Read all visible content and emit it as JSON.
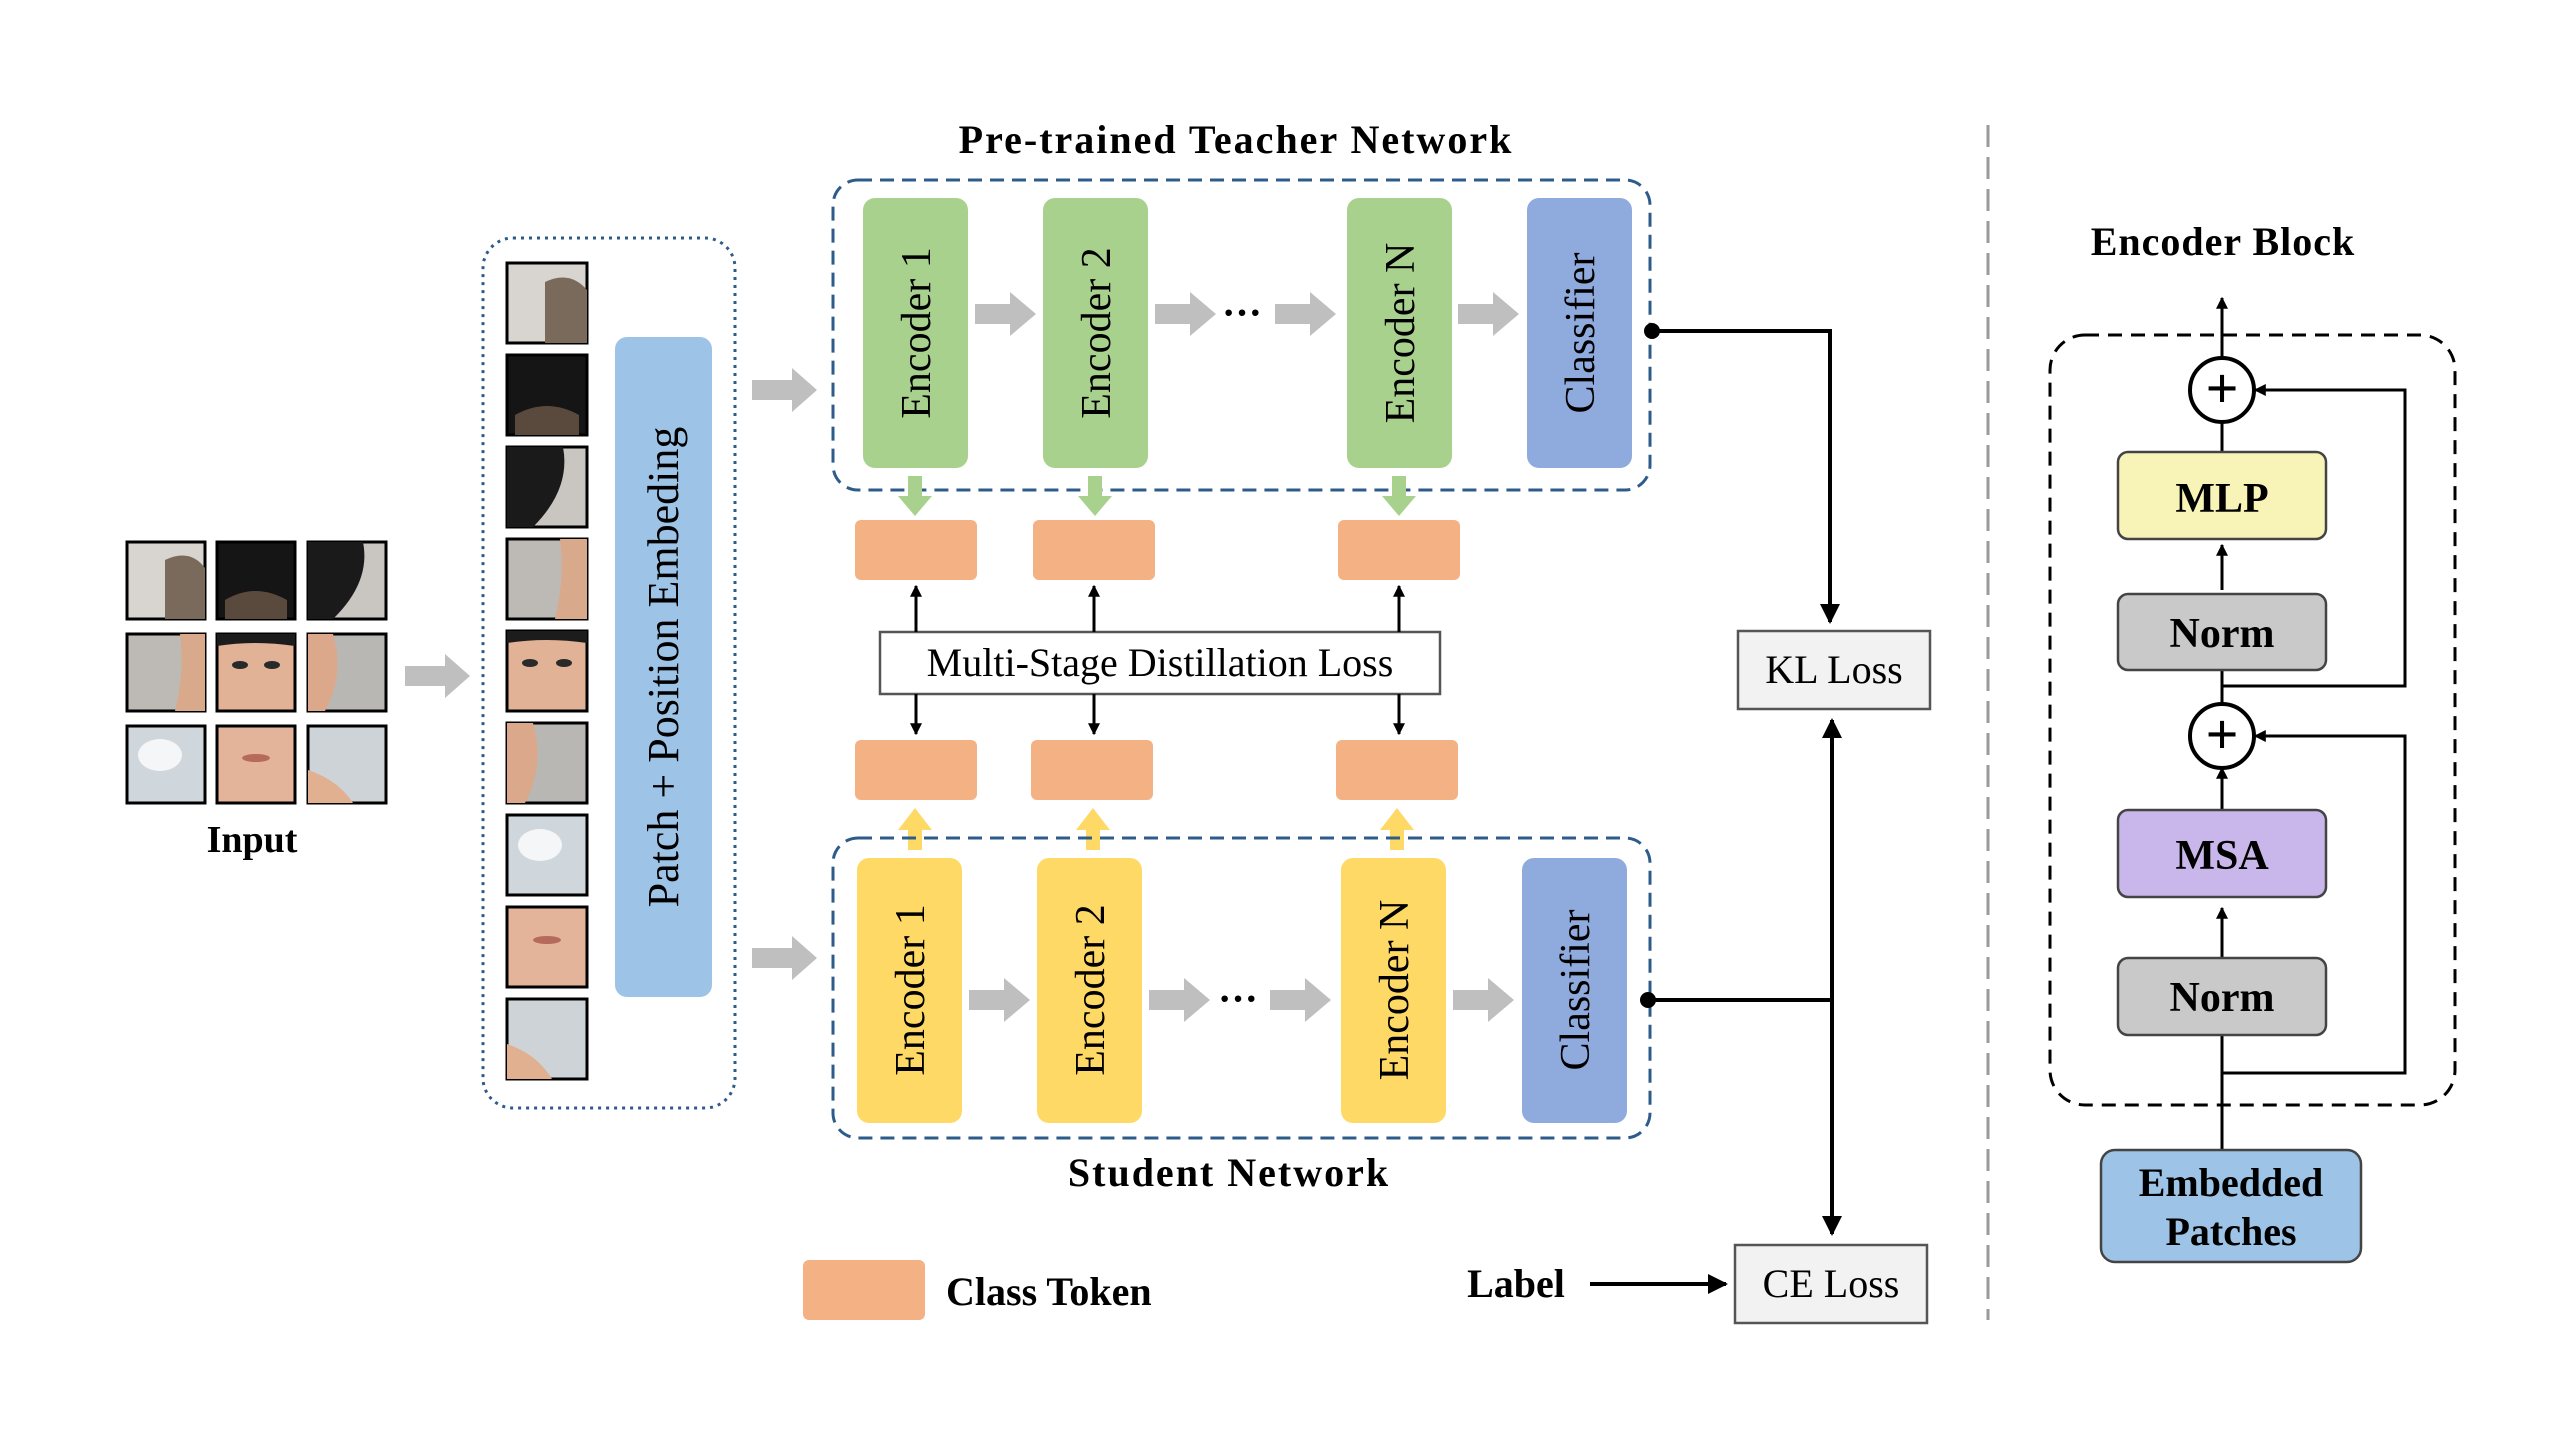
{
  "input": {
    "label": "Input"
  },
  "patch_embedding": {
    "label": "Patch + Position Embeding"
  },
  "teacher": {
    "title": "Pre-trained Teacher Network",
    "encoders": [
      "Encoder 1",
      "Encoder 2",
      "Encoder N"
    ],
    "ellipsis": "···",
    "classifier": "Classifier"
  },
  "student": {
    "title": "Student Network",
    "encoders": [
      "Encoder 1",
      "Encoder 2",
      "Encoder N"
    ],
    "ellipsis": "···",
    "classifier": "Classifier"
  },
  "distillation": {
    "label": "Multi-Stage Distillation Loss"
  },
  "losses": {
    "kl": "KL Loss",
    "ce": "CE Loss",
    "label": "Label"
  },
  "legend": {
    "class_token": "Class Token"
  },
  "encoder_block": {
    "title": "Encoder Block",
    "mlp": "MLP",
    "norm_top": "Norm",
    "msa": "MSA",
    "norm_bottom": "Norm",
    "add_symbol": "+",
    "embedded_patches": [
      "Embedded",
      "Patches"
    ]
  },
  "colors": {
    "teacher_encoder": "#a9d18e",
    "student_encoder": "#ffd966",
    "classifier": "#8faadc",
    "patch_embedding": "#9dc3e6",
    "class_token": "#f4b183",
    "dashed_border": "#2e5c8a",
    "mlp": "#f8f4b8",
    "norm": "#c9c9c9",
    "msa": "#c9b7ec",
    "embedded_patches": "#9dc3e6",
    "gray_arrow": "#bfbfbf",
    "green_arrow": "#a9d18e",
    "yellow_arrow": "#ffd966"
  }
}
